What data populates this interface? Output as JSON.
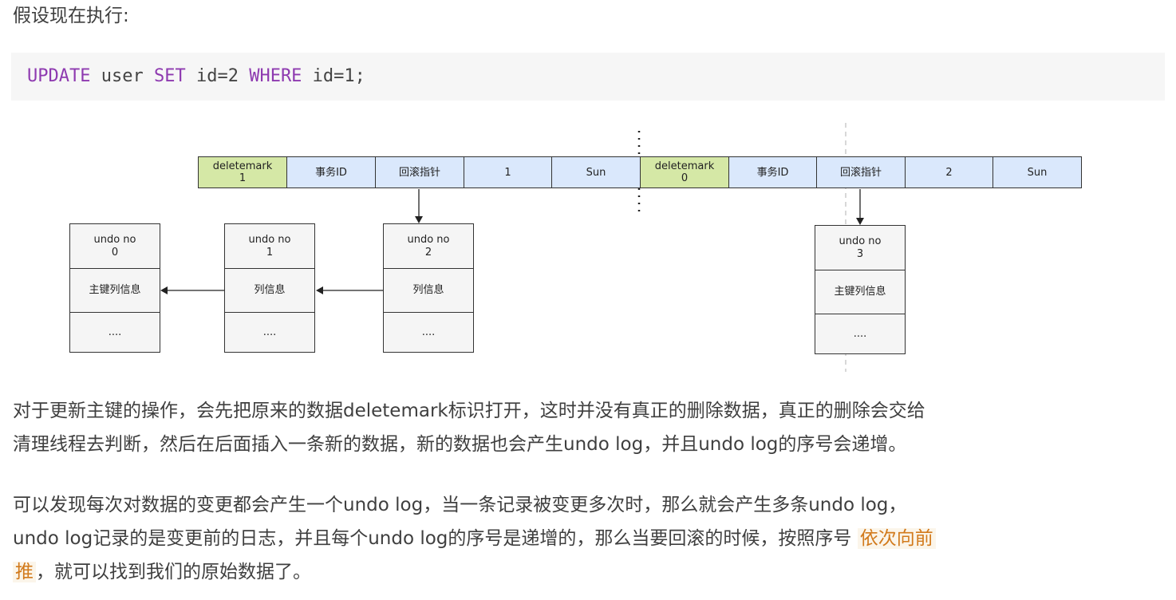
{
  "intro": "假设现在执行:",
  "code": {
    "kw1": "UPDATE",
    "t1": " user ",
    "kw2": "SET",
    "t2": " id=2 ",
    "kw3": "WHERE",
    "t3": " id=1;"
  },
  "diagram": {
    "row_left": [
      {
        "name": "deletemark",
        "value": "deletemark\n1"
      },
      {
        "name": "txid",
        "value": "事务ID"
      },
      {
        "name": "rollptr",
        "value": "回滚指针"
      },
      {
        "name": "id",
        "value": "1"
      },
      {
        "name": "name",
        "value": "Sun"
      }
    ],
    "row_right": [
      {
        "name": "deletemark",
        "value": "deletemark\n0"
      },
      {
        "name": "txid",
        "value": "事务ID"
      },
      {
        "name": "rollptr",
        "value": "回滚指针"
      },
      {
        "name": "id",
        "value": "2"
      },
      {
        "name": "name",
        "value": "Sun"
      }
    ],
    "undo0": {
      "no": "undo no\n0",
      "info": "主键列信息",
      "more": "...."
    },
    "undo1": {
      "no": "undo no\n1",
      "info": "列信息",
      "more": "...."
    },
    "undo2": {
      "no": "undo no\n2",
      "info": "列信息",
      "more": "...."
    },
    "undo3": {
      "no": "undo no\n3",
      "info": "主键列信息",
      "more": "...."
    }
  },
  "para1": {
    "line1": "对于更新主键的操作，会先把原来的数据deletemark标识打开，这时并没有真正的删除数据，真正的删除会交给",
    "line2": "清理线程去判断，然后在后面插入一条新的数据，新的数据也会产生undo log，并且undo log的序号会递增。"
  },
  "para2": {
    "line1": "可以发现每次对数据的变更都会产生一个undo log，当一条记录被变更多次时，那么就会产生多条undo log，",
    "line2_pre": "undo log记录的是变更前的日志，并且每个undo log的序号是递增的，那么当要回滚的时候，按照序号 ",
    "hl1": "依次向前",
    "hl2": "推",
    "line3_post": "，就可以找到我们的原始数据了。"
  }
}
